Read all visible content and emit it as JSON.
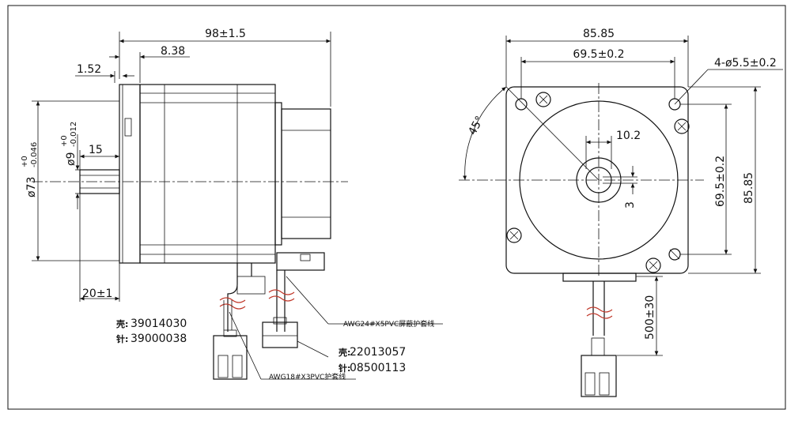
{
  "dimensions": {
    "side_length": "98±1.5",
    "flange_offset": "8.38",
    "flange_thickness": "1.52",
    "body_diameter": "ø73",
    "body_diameter_tol_upper": "+0",
    "body_diameter_tol_lower": "-0.046",
    "shaft_diameter": "ø9",
    "shaft_tol_upper": "+0",
    "shaft_tol_lower": "-0.012",
    "flat_length": "15",
    "shaft_length": "20±1",
    "face_width": "85.85",
    "hole_spacing_h": "69.5±0.2",
    "mount_holes": "4-ø5.5±0.2",
    "angle": "45°",
    "flat_depth": "10.2",
    "flat_width": "3",
    "hole_spacing_v": "69.5±0.2",
    "face_height": "85.85",
    "lead_length": "500±30"
  },
  "notes": {
    "connector1_shell": "39014030",
    "connector1_pin": "39000038",
    "connector2_shell": "22013057",
    "connector2_pin": "08500113",
    "shell_prefix": "壳:",
    "pin_prefix": "针:",
    "cable_shielded": "AWG24#X5PVC屏蔽护套线",
    "cable_power": "AWG18#X3PVC护套线"
  }
}
